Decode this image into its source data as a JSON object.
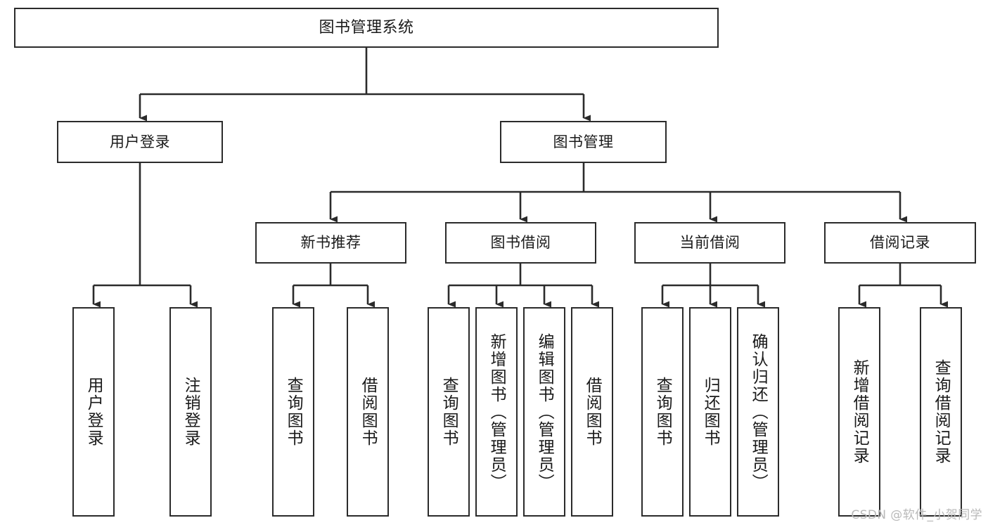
{
  "diagram": {
    "title": "图书管理系统",
    "type": "tree-hierarchy-chart",
    "colors": {
      "box_border": "#2b2b2b",
      "box_fill": "#ffffff",
      "connector": "#2b2b2b",
      "text": "#1a1a1a",
      "watermark": "#b9b9b9",
      "background": "#ffffff"
    },
    "root": {
      "label": "图书管理系统"
    },
    "level2": [
      {
        "label": "用户登录"
      },
      {
        "label": "图书管理"
      }
    ],
    "level3": [
      {
        "label": "新书推荐"
      },
      {
        "label": "图书借阅"
      },
      {
        "label": "当前借阅"
      },
      {
        "label": "借阅记录"
      }
    ],
    "leaves": {
      "user_login": [
        {
          "label": "用户登录"
        },
        {
          "label": "注销登录"
        }
      ],
      "new_book_recommend": [
        {
          "label": "查询图书"
        },
        {
          "label": "借阅图书"
        }
      ],
      "book_borrow": [
        {
          "label": "查询图书"
        },
        {
          "label": "新增图书（管理员）"
        },
        {
          "label": "编辑图书（管理员）"
        },
        {
          "label": "借阅图书"
        }
      ],
      "current_borrow": [
        {
          "label": "查询图书"
        },
        {
          "label": "归还图书"
        },
        {
          "label": "确认归还（管理员）"
        }
      ],
      "borrow_record": [
        {
          "label": "新增借阅记录"
        },
        {
          "label": "查询借阅记录"
        }
      ]
    },
    "watermark": "CSDN @软件_小贺同学"
  }
}
